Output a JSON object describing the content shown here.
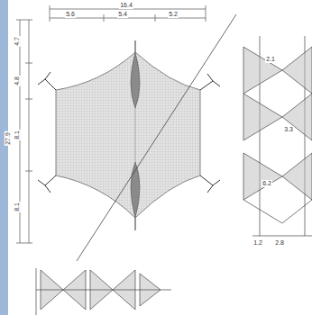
{
  "diagram": {
    "labels": [
      "16.4",
      "5.6",
      "5.4",
      "5.2",
      "4.7",
      "4.8",
      "27.9",
      "8.1",
      "8.1",
      "2.1",
      "3.3",
      "6.2",
      "1.2",
      "2.8"
    ]
  }
}
